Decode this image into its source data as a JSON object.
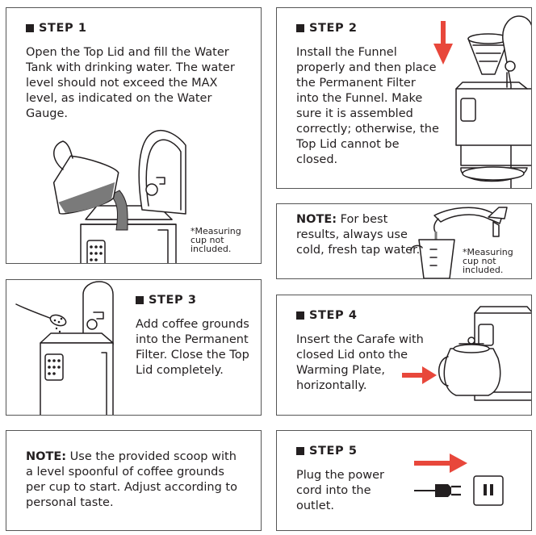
{
  "step1": {
    "title": "STEP 1",
    "text": "Open the Top Lid and fill the Water Tank with drinking water. The water level should not exceed the MAX level, as indicated on the Water Gauge.",
    "footnote": "*Measuring cup not included."
  },
  "step2": {
    "title": "STEP 2",
    "text": "Install the Funnel properly and then place the Permanent Filter into the Funnel. Make sure it is assembled correctly; otherwise, the Top Lid cannot be closed."
  },
  "note_water": {
    "label": "NOTE:",
    "text": " For best results, always use cold, fresh tap water.",
    "footnote": "*Measuring cup not included."
  },
  "step3": {
    "title": "STEP 3",
    "text": "Add coffee grounds into the Permanent Filter. Close the Top Lid completely."
  },
  "step4": {
    "title": "STEP 4",
    "text": "Insert the Carafe with closed Lid onto the Warming Plate, horizontally."
  },
  "note_scoop": {
    "label": "NOTE:",
    "text": " Use the provided scoop with a level spoonful of coffee grounds per cup to start. Adjust according to personal taste."
  },
  "step5": {
    "title": "STEP 5",
    "text": "Plug the power cord into the outlet."
  },
  "colors": {
    "arrow": "#e8473b",
    "text": "#231f20",
    "border": "#555555",
    "water": "#7a7a7a"
  },
  "icons": [
    "square-bullet-icon",
    "measuring-cup-icon",
    "coffee-maker-icon",
    "arrow-down-icon",
    "faucet-icon",
    "scoop-icon",
    "arrow-right-icon",
    "carafe-icon",
    "power-plug-icon",
    "outlet-icon"
  ]
}
